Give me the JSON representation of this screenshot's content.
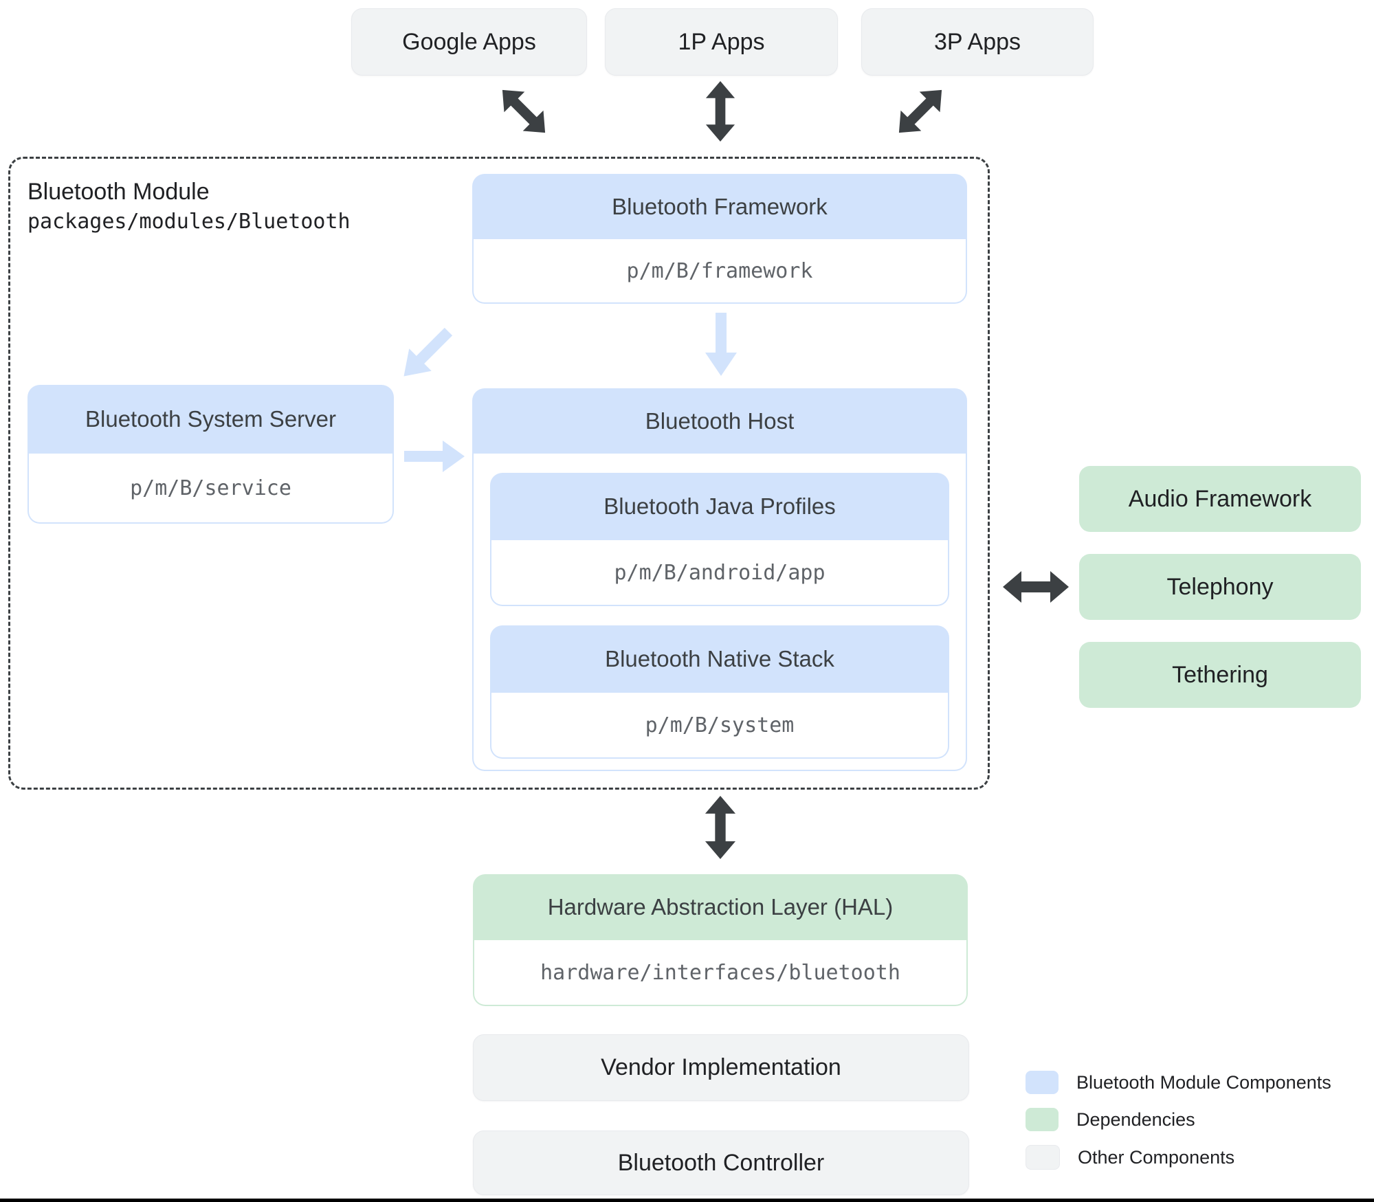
{
  "diagram": {
    "top_apps": [
      {
        "label": "Google Apps"
      },
      {
        "label": "1P Apps"
      },
      {
        "label": "3P Apps"
      }
    ],
    "module": {
      "title": "Bluetooth Module",
      "path": "packages/modules/Bluetooth",
      "framework": {
        "title": "Bluetooth Framework",
        "path": "p/m/B/framework"
      },
      "system_server": {
        "title": "Bluetooth System Server",
        "path": "p/m/B/service"
      },
      "host": {
        "title": "Bluetooth Host",
        "children": [
          {
            "title": "Bluetooth Java Profiles",
            "path": "p/m/B/android/app"
          },
          {
            "title": "Bluetooth Native Stack",
            "path": "p/m/B/system"
          }
        ]
      }
    },
    "dependencies": [
      {
        "label": "Audio Framework"
      },
      {
        "label": "Telephony"
      },
      {
        "label": "Tethering"
      }
    ],
    "hal": {
      "title": "Hardware Abstraction Layer (HAL)",
      "path": "hardware/interfaces/bluetooth"
    },
    "other_components": [
      {
        "label": "Vendor Implementation"
      },
      {
        "label": "Bluetooth Controller"
      }
    ],
    "legend": [
      {
        "label": "Bluetooth Module Components",
        "color": "#D2E3FC"
      },
      {
        "label": "Dependencies",
        "color": "#CEEAD6"
      },
      {
        "label": "Other Components",
        "color": "#F1F3F4"
      }
    ],
    "colors": {
      "module_component": "#D2E3FC",
      "dependency": "#CEEAD6",
      "other_component": "#F1F3F4",
      "arrow_dark": "#3C4043",
      "arrow_light": "#D2E3FC"
    }
  }
}
